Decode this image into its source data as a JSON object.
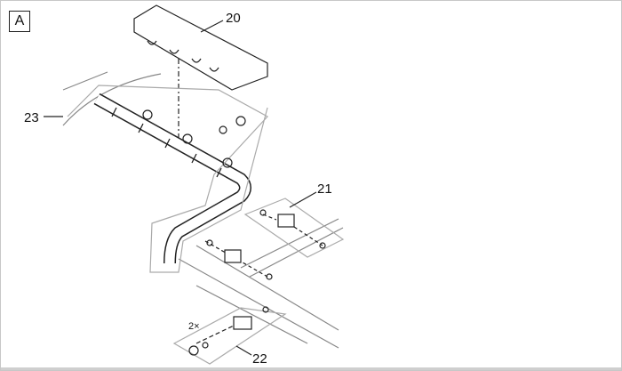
{
  "panel_label": "A",
  "callouts": {
    "c20": "20",
    "c21": "21",
    "c22": "22",
    "c23": "23"
  },
  "quantity_note": "2×"
}
